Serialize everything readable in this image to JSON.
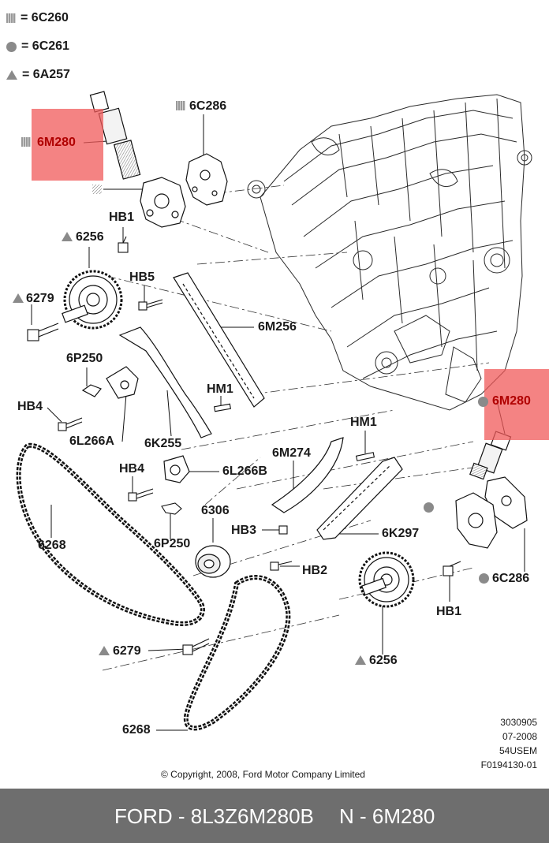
{
  "legend": [
    {
      "symbol": "square-hatched",
      "text": "= 6C260"
    },
    {
      "symbol": "circle",
      "text": "= 6C261"
    },
    {
      "symbol": "triangle",
      "text": "= 6A257"
    }
  ],
  "labels": {
    "solenoid_top": "6M280",
    "bracket_top": "6C286",
    "hb1_top": "HB1",
    "sprocket_6256_top": "6256",
    "hb5": "HB5",
    "bolt_6279_top": "6279",
    "guide_6m256": "6M256",
    "clip_6p250_top": "6P250",
    "hm1_left": "HM1",
    "hb4_top": "HB4",
    "tensioner_6l266a": "6L266A",
    "arm_6k255": "6K255",
    "solenoid_right": "6M280",
    "hm1_right": "HM1",
    "guide_6m274": "6M274",
    "hb4_mid": "HB4",
    "tensioner_6l266b": "6L266B",
    "crank_6306": "6306",
    "hb3": "HB3",
    "arm_6k297": "6K297",
    "chain_6268_top": "6268",
    "clip_6p250_bot": "6P250",
    "hb2": "HB2",
    "bracket_right": "6C286",
    "hb1_right": "HB1",
    "bolt_6279_bot": "6279",
    "sprocket_6256_bot": "6256",
    "chain_6268_bot": "6268"
  },
  "info": {
    "line1": "3030905",
    "line2": "07-2008",
    "line3": "54USEM",
    "line4": "F0194130-01"
  },
  "copyright": "© Copyright, 2008, Ford Motor Company Limited",
  "footer": {
    "brand_part": "FORD - 8L3Z6M280B",
    "ref": "N - 6M280"
  },
  "colors": {
    "highlight": "#f05a5a",
    "highlight_text": "#b00000",
    "footer_bg": "#6e6e6e"
  }
}
